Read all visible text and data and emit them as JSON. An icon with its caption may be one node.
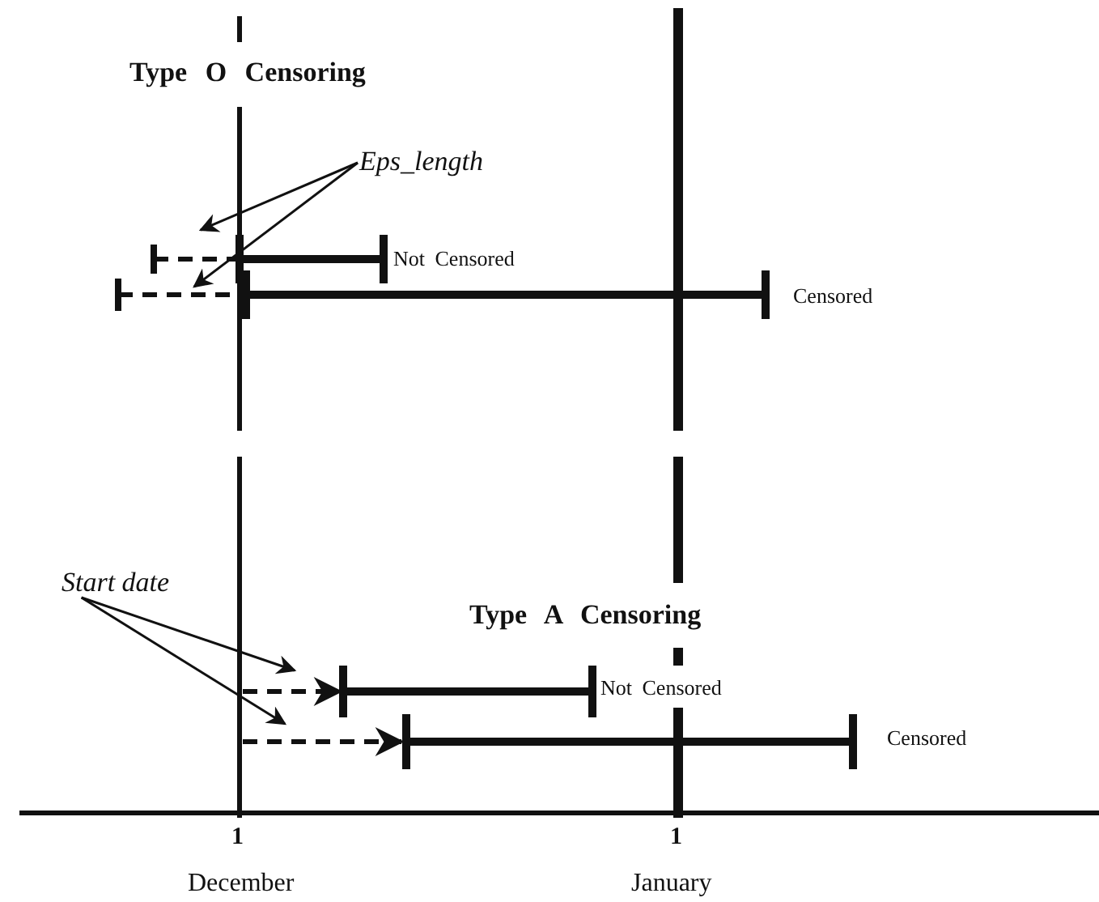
{
  "diagram": {
    "nodes": [
      {
        "text": [
          "Eps_length"
        ]
      },
      {
        "text": [
          "Start date"
        ]
      }
    ],
    "edges": [
      {
        "from": 0,
        "to": null,
        "arrow": "to"
      },
      {
        "from": 0,
        "to": null,
        "arrow": "to"
      },
      {
        "from": 1,
        "to": null,
        "arrow": "to"
      },
      {
        "from": 1,
        "to": null,
        "arrow": "to"
      }
    ],
    "labels": [
      "Type O Censoring",
      "Not Censored",
      "Censored",
      "Type A Censoring",
      "Not Censored",
      "Censored",
      "1",
      "December",
      "1",
      "January"
    ]
  }
}
